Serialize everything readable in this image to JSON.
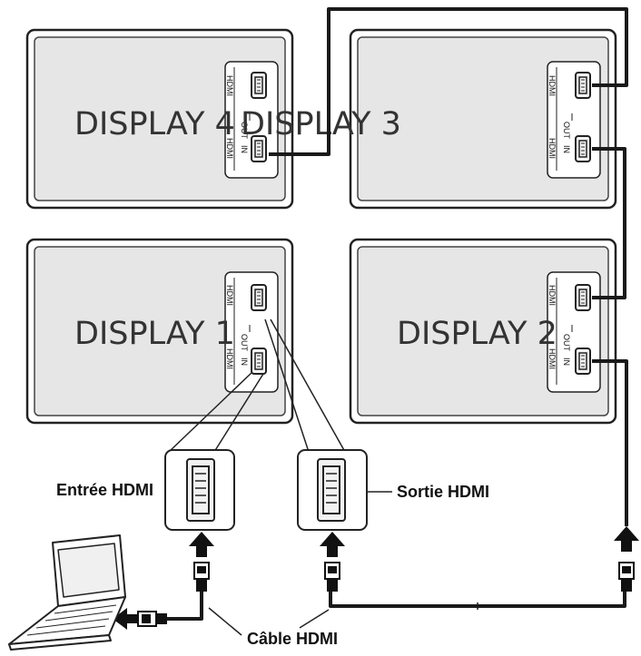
{
  "displays": {
    "d4": "DISPLAY 4",
    "d3": "DISPLAY 3",
    "d1": "DISPLAY 1",
    "d2": "DISPLAY 2"
  },
  "panel_labels": {
    "hdmi": "HDMI",
    "in": "IN",
    "out": "OUT"
  },
  "callouts": {
    "hdmi_input": "Entrée HDMI",
    "hdmi_output": "Sortie HDMI",
    "hdmi_cable": "Câble HDMI"
  },
  "icons": [
    "laptop-icon",
    "hdmi-plug-icon",
    "arrow-up-icon",
    "arrow-left-icon"
  ]
}
